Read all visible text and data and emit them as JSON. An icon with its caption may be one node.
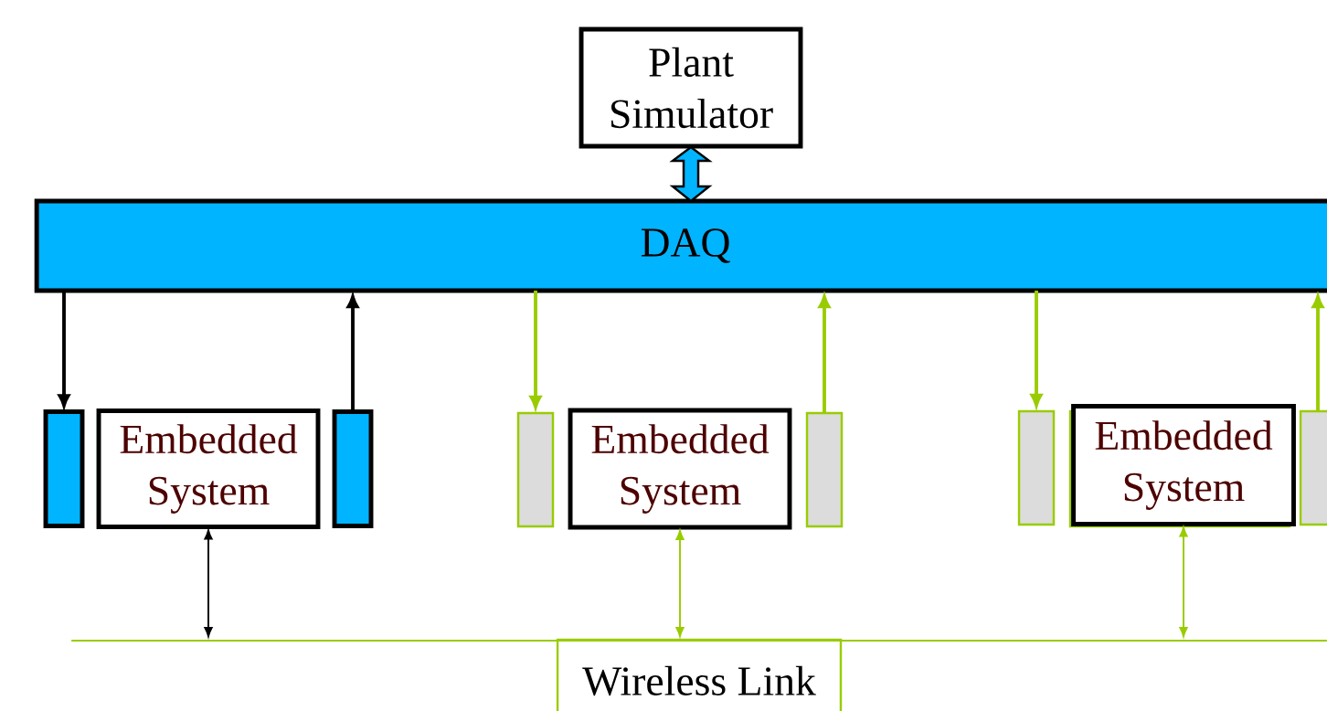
{
  "diagram": {
    "nodes": [
      {
        "text": [
          "Plant Simulator"
        ]
      },
      {
        "text": [
          "DAQ"
        ]
      },
      {
        "text": [],
        "shape": "bar"
      },
      {
        "text": [
          "Embedded System"
        ]
      },
      {
        "text": [],
        "shape": "bar"
      },
      {
        "text": [],
        "shape": "bar"
      },
      {
        "text": [
          "Embedded System"
        ]
      },
      {
        "text": [],
        "shape": "bar"
      },
      {
        "text": [],
        "shape": "bar"
      },
      {
        "text": [
          "Embedded System"
        ]
      },
      {
        "text": [],
        "shape": "bar"
      },
      {
        "text": [
          "Wireless Link"
        ]
      },
      {
        "text": [],
        "shape": "line"
      }
    ],
    "edges": [
      {
        "from": 0,
        "to": 1,
        "arrow": "both",
        "style": "thick",
        "color": "#00b4ff"
      },
      {
        "from": 1,
        "to": 2,
        "arrow": "to",
        "color": "#000000"
      },
      {
        "from": 4,
        "to": 1,
        "arrow": "to",
        "color": "#000000"
      },
      {
        "from": 1,
        "to": 5,
        "arrow": "to"
      },
      {
        "from": 7,
        "to": 1,
        "arrow": "to"
      },
      {
        "from": 1,
        "to": 8,
        "arrow": "to"
      },
      {
        "from": 10,
        "to": 1,
        "arrow": "to"
      },
      {
        "from": 3,
        "to": 12,
        "arrow": "both",
        "color": "#000000"
      },
      {
        "from": 6,
        "to": 11,
        "arrow": "both"
      },
      {
        "from": 9,
        "to": 12,
        "arrow": "both"
      }
    ]
  }
}
